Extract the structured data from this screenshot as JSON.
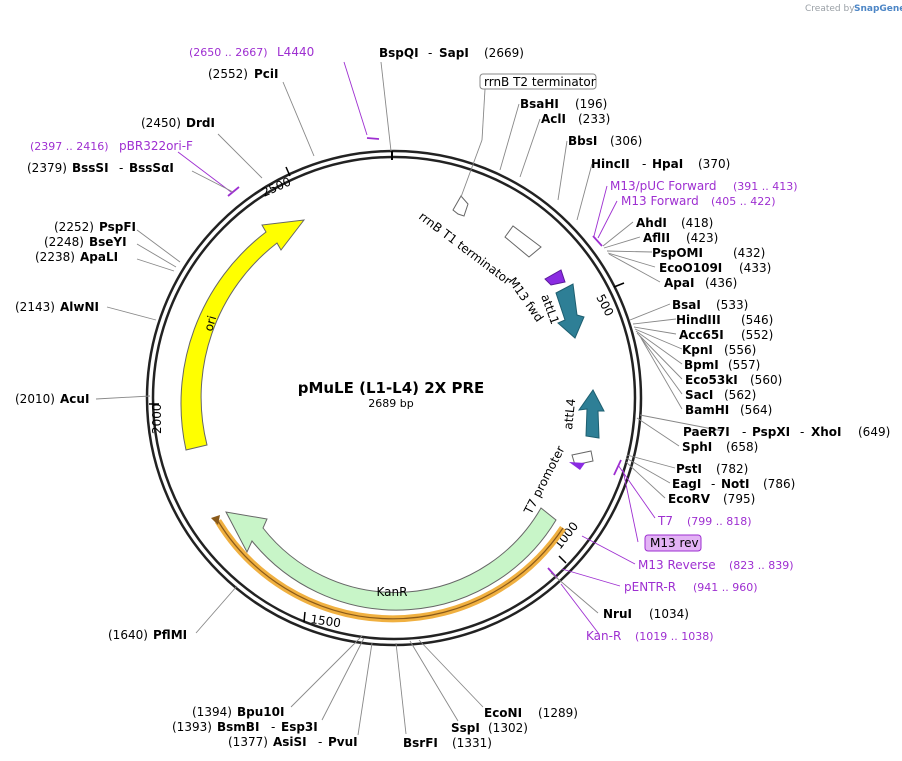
{
  "credit": {
    "prefix": "Created by",
    "brand": "SnapGene"
  },
  "plasmid": {
    "name": "pMuLE (L1-L4) 2X PRE",
    "length_label": "2689 bp"
  },
  "ticks": [
    "500",
    "1000",
    "1500",
    "2000",
    "2500"
  ],
  "sites": [
    {
      "names": [
        "BspQI",
        "SapI"
      ],
      "pos": "(2669)"
    },
    {
      "names": [
        "BsaHI"
      ],
      "pos": "(196)"
    },
    {
      "names": [
        "AclI"
      ],
      "pos": "(233)"
    },
    {
      "names": [
        "BbsI"
      ],
      "pos": "(306)"
    },
    {
      "names": [
        "HincII",
        "HpaI"
      ],
      "pos": "(370)"
    },
    {
      "names": [
        "AhdI"
      ],
      "pos": "(418)"
    },
    {
      "names": [
        "AflII"
      ],
      "pos": "(423)"
    },
    {
      "names": [
        "PspOMI"
      ],
      "pos": "(432)"
    },
    {
      "names": [
        "EcoO109I"
      ],
      "pos": "(433)"
    },
    {
      "names": [
        "ApaI"
      ],
      "pos": "(436)"
    },
    {
      "names": [
        "BsaI"
      ],
      "pos": "(533)"
    },
    {
      "names": [
        "HindIII"
      ],
      "pos": "(546)"
    },
    {
      "names": [
        "Acc65I"
      ],
      "pos": "(552)"
    },
    {
      "names": [
        "KpnI"
      ],
      "pos": "(556)"
    },
    {
      "names": [
        "BpmI"
      ],
      "pos": "(557)"
    },
    {
      "names": [
        "Eco53kI"
      ],
      "pos": "(560)"
    },
    {
      "names": [
        "SacI"
      ],
      "pos": "(562)"
    },
    {
      "names": [
        "BamHI"
      ],
      "pos": "(564)"
    },
    {
      "names": [
        "PaeR7I",
        "PspXI",
        "XhoI"
      ],
      "pos": "(649)"
    },
    {
      "names": [
        "SphI"
      ],
      "pos": "(658)"
    },
    {
      "names": [
        "PstI"
      ],
      "pos": "(782)"
    },
    {
      "names": [
        "EagI",
        "NotI"
      ],
      "pos": "(786)"
    },
    {
      "names": [
        "EcoRV"
      ],
      "pos": "(795)"
    },
    {
      "names": [
        "NruI"
      ],
      "pos": "(1034)"
    },
    {
      "names": [
        "EcoNI"
      ],
      "pos": "(1289)"
    },
    {
      "names": [
        "SspI"
      ],
      "pos": "(1302)"
    },
    {
      "names": [
        "BsrFI"
      ],
      "pos": "(1331)"
    },
    {
      "names": [
        "Bpu10I"
      ],
      "pos": "(1394)"
    },
    {
      "names": [
        "BsmBI",
        "Esp3I"
      ],
      "pos": "(1393)"
    },
    {
      "names": [
        "AsiSI",
        "PvuI"
      ],
      "pos": "(1377)"
    },
    {
      "names": [
        "PflMI"
      ],
      "pos": "(1640)"
    },
    {
      "names": [
        "AcuI"
      ],
      "pos": "(2010)"
    },
    {
      "names": [
        "AlwNI"
      ],
      "pos": "(2143)"
    },
    {
      "names": [
        "ApaLI"
      ],
      "pos": "(2238)"
    },
    {
      "names": [
        "BseYI"
      ],
      "pos": "(2248)"
    },
    {
      "names": [
        "PspFI"
      ],
      "pos": "(2252)"
    },
    {
      "names": [
        "BssSI",
        "BssSαI"
      ],
      "pos": "(2379)"
    },
    {
      "names": [
        "DrdI"
      ],
      "pos": "(2450)"
    },
    {
      "names": [
        "PciI"
      ],
      "pos": "(2552)"
    }
  ],
  "primers": [
    {
      "name": "L4440",
      "range": "(2650 .. 2667)"
    },
    {
      "name": "pBR322ori-F",
      "range": "(2397 .. 2416)"
    },
    {
      "name": "M13/pUC Forward",
      "range": "(391 .. 413)"
    },
    {
      "name": "M13 Forward",
      "range": "(405 .. 422)"
    },
    {
      "name": "T7",
      "range": "(799 .. 818)"
    },
    {
      "name": "M13 rev",
      "range": ""
    },
    {
      "name": "M13 Reverse",
      "range": "(823 .. 839)"
    },
    {
      "name": "pENTR-R",
      "range": "(941 .. 960)"
    },
    {
      "name": "Kan-R",
      "range": "(1019 .. 1038)"
    }
  ],
  "features": [
    {
      "name": "rrnB T2 terminator",
      "color": "#ffffff"
    },
    {
      "name": "rrnB T1 terminator",
      "color": "#ffffff"
    },
    {
      "name": "M13 fwd",
      "color": "#8a2be2"
    },
    {
      "name": "attL1",
      "color": "#2e7f96"
    },
    {
      "name": "attL4",
      "color": "#2e7f96"
    },
    {
      "name": "T7 promoter",
      "color": "#ffffff"
    },
    {
      "name": "KanR",
      "color": "#c8f5c8"
    },
    {
      "name": "ori",
      "color": "#ffff00"
    }
  ],
  "colors": {
    "primer": "#9e2fd1",
    "backbone": "#222222",
    "kanr_promoter": "#f0b040"
  }
}
